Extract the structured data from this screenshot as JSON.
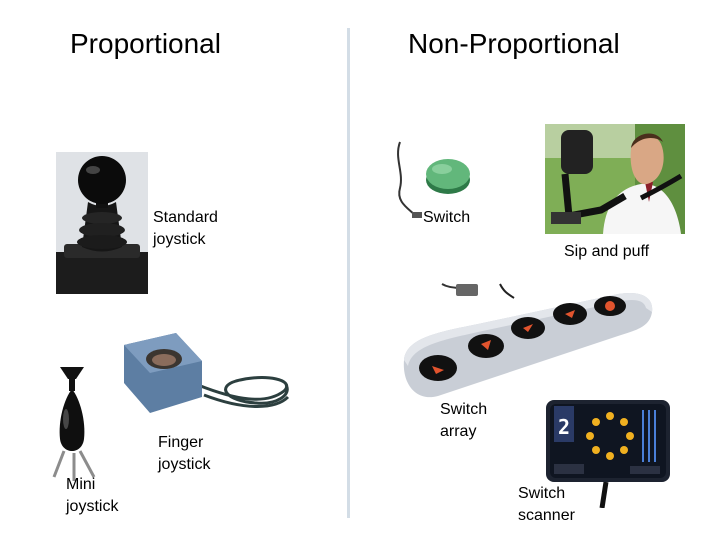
{
  "headings": {
    "left": "Proportional",
    "right": "Non-Proportional"
  },
  "devices": {
    "standard_joystick": {
      "line1": "Standard",
      "line2": "joystick"
    },
    "finger_joystick": {
      "line1": "Finger",
      "line2": "joystick"
    },
    "mini_joystick": {
      "line1": "Mini",
      "line2": "joystick"
    },
    "switch": {
      "line1": "Switch"
    },
    "sip_and_puff": {
      "line1": "Sip and puff"
    },
    "switch_array": {
      "line1": "Switch",
      "line2": "array"
    },
    "switch_scanner": {
      "line1": "Switch",
      "line2": "scanner",
      "display_digit": "2"
    }
  }
}
